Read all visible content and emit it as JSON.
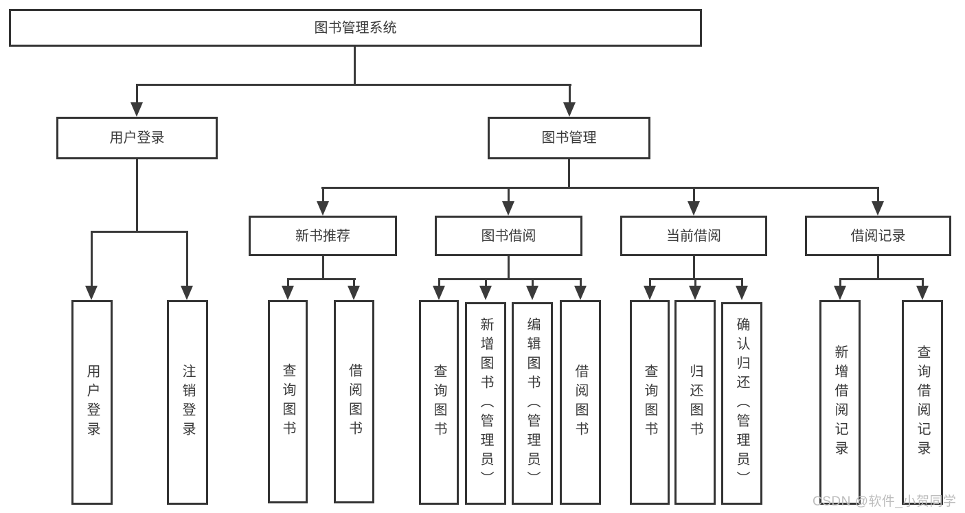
{
  "diagram": {
    "root": "图书管理系统",
    "login_branch": {
      "label": "用户登录",
      "leaves": [
        "用户登录",
        "注销登录"
      ]
    },
    "management_branch": {
      "label": "图书管理",
      "groups": [
        {
          "label": "新书推荐",
          "leaves": [
            "查询图书",
            "借阅图书"
          ]
        },
        {
          "label": "图书借阅",
          "leaves": [
            "查询图书",
            "新增图书（管理员）",
            "编辑图书（管理员）",
            "借阅图书"
          ]
        },
        {
          "label": "当前借阅",
          "leaves": [
            "查询图书",
            "归还图书",
            "确认归还（管理员）"
          ]
        },
        {
          "label": "借阅记录",
          "leaves": [
            "新增借阅记录",
            "查询借阅记录"
          ]
        }
      ]
    }
  },
  "watermark": "CSDN @软件_小贺同学",
  "colors": {
    "line": "#3a3a3a",
    "box_border": "#343434",
    "box_fill": "#ffffff",
    "text": "#3a3a3a",
    "watermark": "#bdbdbd",
    "background": "#ffffff"
  }
}
